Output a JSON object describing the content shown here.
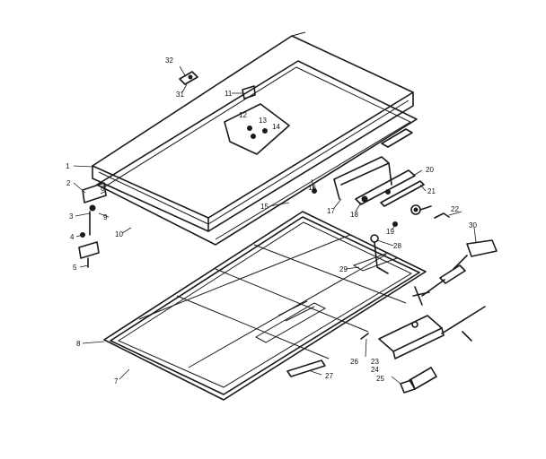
{
  "callouts": [
    {
      "id": "c1",
      "text": "1"
    },
    {
      "id": "c2",
      "text": "2"
    },
    {
      "id": "c3",
      "text": "3"
    },
    {
      "id": "c4",
      "text": "4"
    },
    {
      "id": "c5",
      "text": "5"
    },
    {
      "id": "c6",
      "text": "6"
    },
    {
      "id": "c7",
      "text": "7"
    },
    {
      "id": "c8",
      "text": "8"
    },
    {
      "id": "c9",
      "text": "9"
    },
    {
      "id": "c10",
      "text": "10"
    },
    {
      "id": "c11",
      "text": "11"
    },
    {
      "id": "c12",
      "text": "12"
    },
    {
      "id": "c13",
      "text": "13"
    },
    {
      "id": "c14",
      "text": "14"
    },
    {
      "id": "c15",
      "text": "15"
    },
    {
      "id": "c16",
      "text": "16"
    },
    {
      "id": "c17",
      "text": "17"
    },
    {
      "id": "c18",
      "text": "18"
    },
    {
      "id": "c19",
      "text": "19"
    },
    {
      "id": "c20",
      "text": "20"
    },
    {
      "id": "c21",
      "text": "21"
    },
    {
      "id": "c22",
      "text": "22"
    },
    {
      "id": "c23",
      "text": "23"
    },
    {
      "id": "c24",
      "text": "24"
    },
    {
      "id": "c25",
      "text": "25"
    },
    {
      "id": "c26",
      "text": "26"
    },
    {
      "id": "c27",
      "text": "27"
    },
    {
      "id": "c28",
      "text": "28"
    },
    {
      "id": "c29",
      "text": "29"
    },
    {
      "id": "c30a",
      "text": "30"
    },
    {
      "id": "c30b",
      "text": "30"
    },
    {
      "id": "c31",
      "text": "31"
    },
    {
      "id": "c32",
      "text": "32"
    }
  ]
}
